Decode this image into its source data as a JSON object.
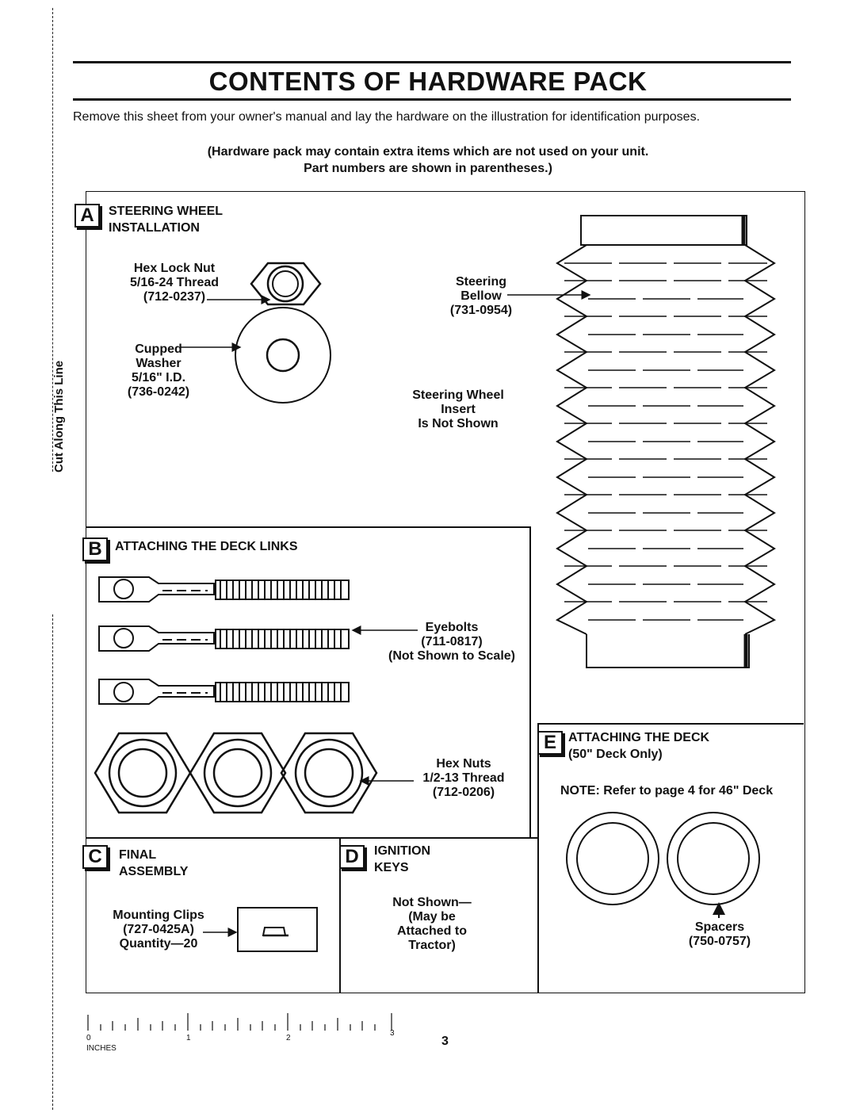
{
  "page": {
    "title": "CONTENTS OF HARDWARE PACK",
    "intro": "Remove this sheet from your owner's manual and lay the hardware on the illustration for identification purposes.",
    "note_line1": "(Hardware pack may contain extra items which are not used on your unit.",
    "note_line2": "Part numbers are shown in parentheses.)",
    "cut_line": "Cut Along This Line",
    "page_number": "3"
  },
  "sections": {
    "a": {
      "letter": "A",
      "title": "STEERING WHEEL\nINSTALLATION",
      "hex_lock_nut": "Hex Lock Nut\n5/16-24 Thread\n(712-0237)",
      "cupped_washer_name": "Cupped",
      "cupped_washer_rest": "Washer\n5/16\" I.D.\n(736-0242)",
      "steering_bellow": "Steering\nBellow\n(731-0954)",
      "steering_insert": "Steering Wheel\nInsert\nIs Not Shown"
    },
    "b": {
      "letter": "B",
      "title": "ATTACHING THE DECK LINKS",
      "eyebolts": "Eyebolts\n(711-0817)\n(Not Shown to Scale)",
      "hex_nuts": "Hex Nuts\n1/2-13 Thread\n(712-0206)"
    },
    "c": {
      "letter": "C",
      "title": "FINAL\nASSEMBLY",
      "clips": "Mounting Clips\n(727-0425A)\nQuantity—20"
    },
    "d": {
      "letter": "D",
      "title": "IGNITION\nKEYS",
      "keys": "Not Shown—\n(May be\nAttached to\nTractor)"
    },
    "e": {
      "letter": "E",
      "title": "ATTACHING THE DECK\n(50\" Deck Only)",
      "note": "NOTE: Refer to page 4 for 46\" Deck",
      "spacers": "Spacers\n(750-0757)"
    }
  },
  "ruler": {
    "numbers": [
      "0",
      "1",
      "2",
      "3"
    ],
    "unit": "INCHES"
  }
}
